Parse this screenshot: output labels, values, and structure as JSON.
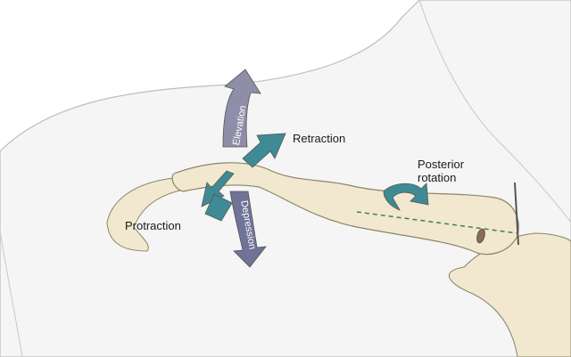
{
  "labels": {
    "elevation": "Elevation",
    "retraction": "Retraction",
    "posterior_rotation_line1": "Posterior",
    "posterior_rotation_line2": "rotation",
    "protraction": "Protraction",
    "depression": "Depression"
  },
  "colors": {
    "skin": "#f4f4f4",
    "skin_outline": "#b9b9b9",
    "bone": "#f1e8cf",
    "bone_outline": "#8b8468",
    "arrow_purple": "#8e8ea8",
    "arrow_teal": "#3e8b95",
    "axis_line": "#3f7d5a"
  }
}
